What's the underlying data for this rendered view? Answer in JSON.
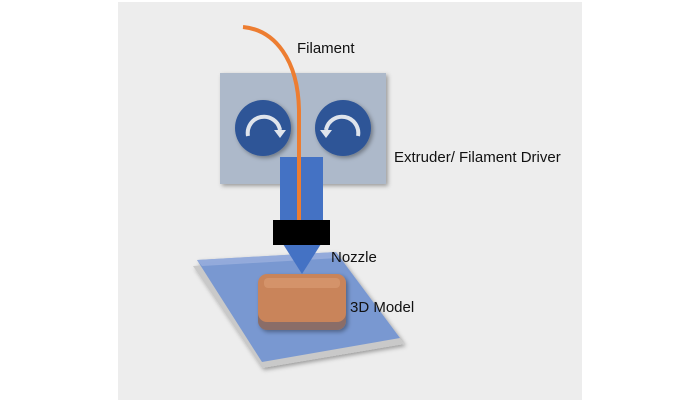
{
  "labels": {
    "filament": "Filament",
    "extruder": "Extruder/ Filament Driver",
    "nozzle": "Nozzle",
    "model": "3D Model"
  },
  "colors": {
    "filament": "#ed7d31",
    "extruder_body": "#adb9ca",
    "wheel": "#2f5597",
    "tube": "#4472c4",
    "nozzle_block": "#000000",
    "plate": "#6f8fd0",
    "model": "#c9845a"
  }
}
